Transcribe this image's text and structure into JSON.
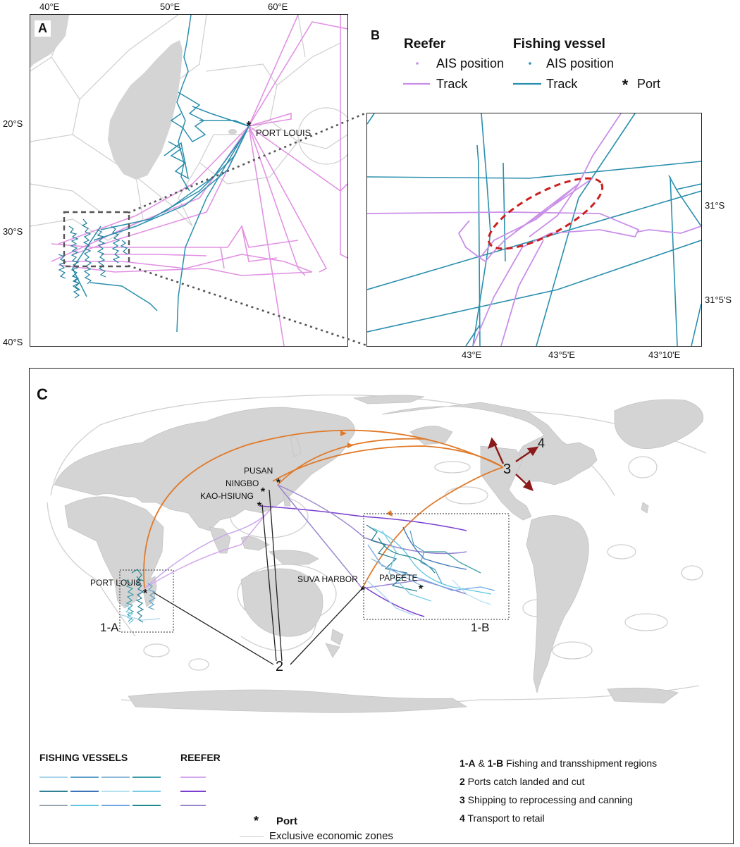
{
  "panel_a": {
    "letter": "A",
    "lon_ticks": [
      "40°E",
      "50°E",
      "60°E"
    ],
    "lat_ticks": [
      "20°S",
      "30°S",
      "40°S"
    ],
    "port_label": "PORT LOUIS"
  },
  "panel_b": {
    "letter": "B",
    "lon_ticks": [
      "43°E",
      "43°5'E",
      "43°10'E"
    ],
    "lat_ticks": [
      "31°S",
      "31°5'S"
    ]
  },
  "legend_top": {
    "reefer_title": "Reefer",
    "fishing_title": "Fishing vessel",
    "ais_position": "AIS position",
    "track": "Track",
    "port": "Port"
  },
  "panel_c": {
    "letter": "C",
    "ports": [
      "PUSAN",
      "NINGBO",
      "KAO-HSIUNG",
      "PORT LOUIS",
      "SUVA HARBOR",
      "PAPEETE"
    ],
    "region_labels": [
      "1-A",
      "1-B"
    ],
    "step_labels": [
      "2",
      "3",
      "4"
    ]
  },
  "legend_bottom": {
    "fishing_title": "FISHING VESSELS",
    "reefer_title": "REEFER",
    "port": "Port",
    "eez": "Exclusive economic zones",
    "fishing_colors": [
      "#a7d3ec",
      "#5b9fc9",
      "#8fb8d8",
      "#3c9da8",
      "#2f7f95",
      "#3a74b8",
      "#b7e3f0",
      "#79cde6",
      "#9aa6ad",
      "#5ec6e0",
      "#6fa7e6",
      "#1f8a8e"
    ],
    "reefer_colors": [
      "#d4a8ec",
      "#7b3fd0",
      "#9a86cf"
    ],
    "steps": [
      {
        "bold": "1-A",
        "mid": " & ",
        "bold2": "1-B",
        "text": " Fishing and transshipment regions"
      },
      {
        "bold": "2",
        "text": " Ports catch landed and cut"
      },
      {
        "bold": "3",
        "text": " Shipping to reprocessing and canning"
      },
      {
        "bold": "4",
        "text": " Transport to retail"
      }
    ]
  },
  "colors": {
    "reefer": "#d68be0",
    "fishing": "#2a8fae",
    "ellipse": "#cc1f1f",
    "shipping": "#e07a2a",
    "retail": "#8b1a1a",
    "land": "#d4d4d4"
  }
}
